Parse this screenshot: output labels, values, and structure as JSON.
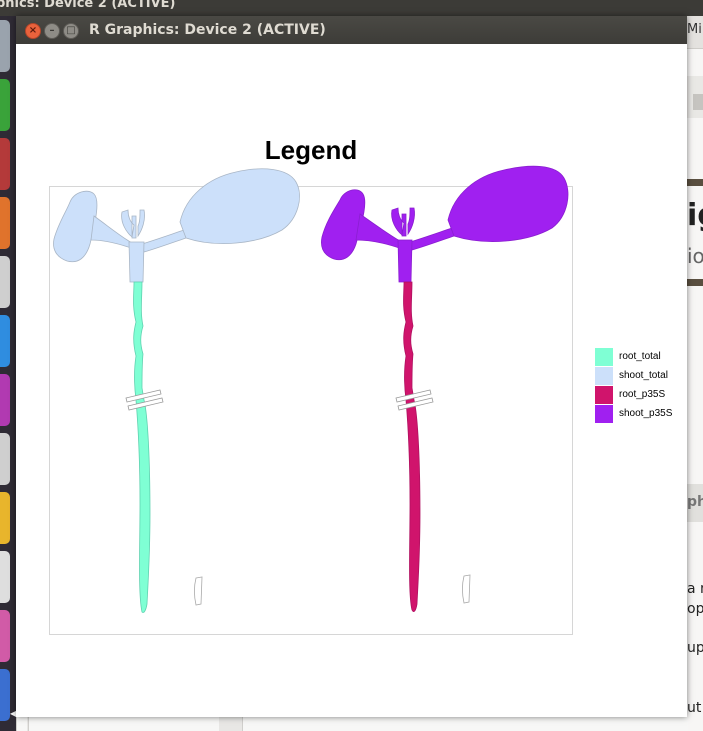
{
  "desktop": {
    "top_title": "phics: Device 2 (ACTIVE)"
  },
  "window": {
    "title": "R Graphics: Device 2 (ACTIVE)"
  },
  "background_window": {
    "title_fragment": "Mi",
    "big_fragment": "ig",
    "sub_fragment": "io",
    "gray_fragment": "ph",
    "lines": [
      "a n",
      "op",
      "up",
      "ut l"
    ]
  },
  "plot": {
    "title": "Legend",
    "legend": [
      {
        "label": "root_total",
        "color": "#7fffd4"
      },
      {
        "label": "shoot_total",
        "color": "#cce0fa"
      },
      {
        "label": "root_p35S",
        "color": "#d0146c"
      },
      {
        "label": "shoot_p35S",
        "color": "#a020f0"
      }
    ]
  },
  "launcher_colors": [
    "#9aa3ad",
    "#3aa33a",
    "#b43a3a",
    "#e0732c",
    "#cfcfcf",
    "#2f8de0",
    "#b13ab1",
    "#cfcfcf",
    "#e8b52c",
    "#dedede",
    "#d15ba7",
    "#3b6fd0"
  ]
}
